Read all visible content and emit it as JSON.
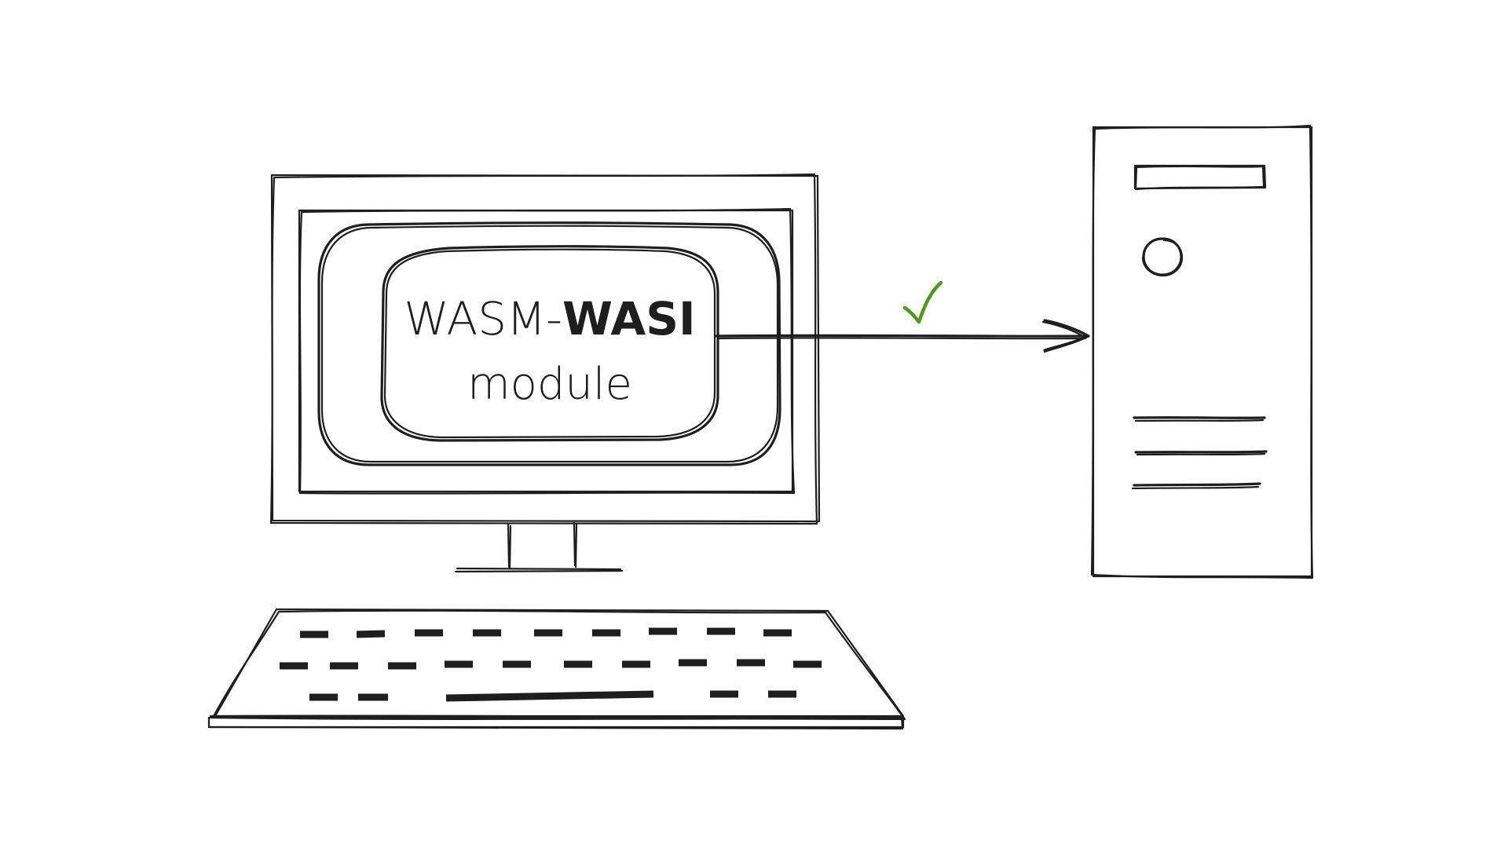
{
  "diagram": {
    "module_label": {
      "line1_prefix": "WASM-",
      "line1_bold": "WASI",
      "line2": "module"
    },
    "check_color": "#4f9a1e",
    "stroke_color": "#1e1e1e",
    "check_icon": "checkmark-icon"
  }
}
